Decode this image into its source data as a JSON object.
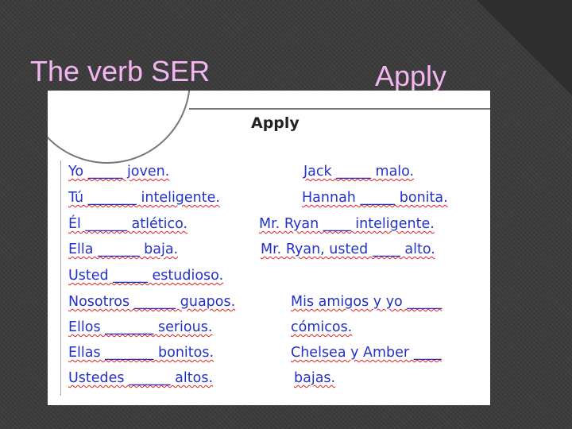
{
  "slide": {
    "title_left": "The verb SER",
    "title_right": "Apply"
  },
  "worksheet": {
    "heading": "Apply",
    "left_lines": [
      "Yo _____ joven.",
      "Tú _______ inteligente.",
      "Él ______ atlético.",
      "Ella ______ baja.",
      "Usted _____ estudioso.",
      "Nosotros ______ guapos.",
      "Ellos _______ serious.",
      "Ellas _______ bonitos.",
      "Ustedes ______ altos."
    ],
    "right_lines": [
      "Jack _____ malo.",
      "Hannah _____ bonita.",
      "Mr. Ryan ____ inteligente.",
      "Mr. Ryan, usted ____ alto.",
      "Mis amigos y yo _____",
      "cómicos.",
      "Chelsea y Amber ____",
      "bajas."
    ]
  },
  "colors": {
    "title": "#f3b6f0",
    "worksheet_text": "#2232c8",
    "spellcheck": "#e02020",
    "background": "#3c3c3c"
  }
}
